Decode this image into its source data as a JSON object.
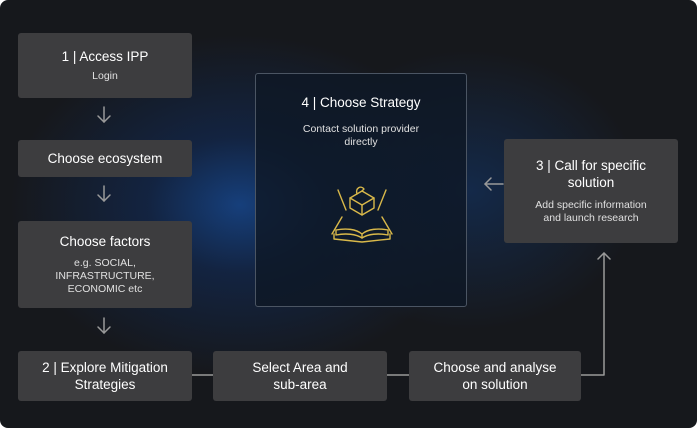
{
  "steps": {
    "access": {
      "title": "1 | Access IPP",
      "sub": "Login"
    },
    "ecosystem": {
      "title": "Choose ecosystem"
    },
    "factors": {
      "title": "Choose factors",
      "sub_lines": [
        "e.g. SOCIAL,",
        "INFRASTRUCTURE,",
        "ECONOMIC etc"
      ]
    },
    "explore": {
      "title_lines": [
        "2 | Explore Mitigation",
        "Strategies"
      ]
    },
    "select_area": {
      "title_lines": [
        "Select Area and",
        "sub-area"
      ]
    },
    "choose_analyse": {
      "title_lines": [
        "Choose and analyse",
        "on solution"
      ]
    },
    "call": {
      "title_lines": [
        "3 | Call for specific",
        "solution"
      ],
      "sub_lines": [
        "Add specific information",
        "and launch research"
      ]
    },
    "strategy": {
      "title": "4 | Choose Strategy",
      "sub_lines": [
        "Contact solution provider",
        "directly"
      ]
    }
  },
  "colors": {
    "background": "#16181c",
    "box": "#3d3d3f",
    "connector": "#9a9a9a",
    "icon": "#d9b94a",
    "glow": "#16468c"
  },
  "icons": {
    "strategy_icon": "open-book-puzzle-icon"
  }
}
